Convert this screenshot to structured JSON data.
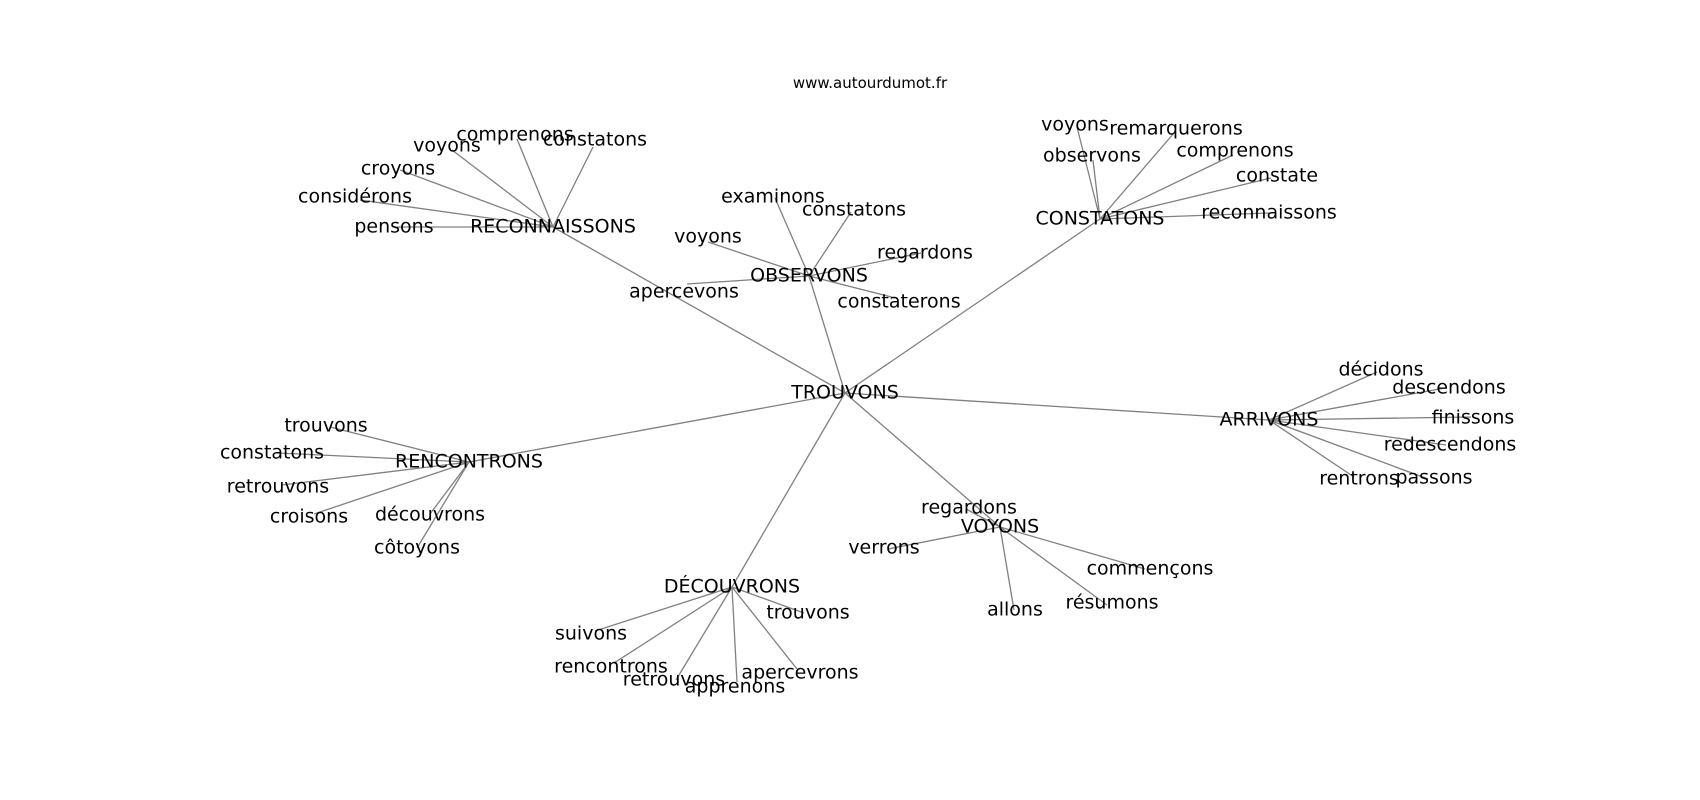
{
  "source": "www.autourdumot.fr",
  "center": "TROUVONS",
  "groups": [
    {
      "hub": "RECONNAISSONS",
      "words": [
        "comprenons",
        "constatons",
        "voyons",
        "croyons",
        "considérons",
        "pensons"
      ]
    },
    {
      "hub": "OBSERVONS",
      "words": [
        "examinons",
        "constatons",
        "voyons",
        "regardons",
        "apercevons",
        "constaterons"
      ]
    },
    {
      "hub": "CONSTATONS",
      "words": [
        "voyons",
        "remarquerons",
        "observons",
        "comprenons",
        "constate",
        "reconnaissons"
      ]
    },
    {
      "hub": "ARRIVONS",
      "words": [
        "décidons",
        "descendons",
        "finissons",
        "redescendons",
        "rentrons",
        "passons"
      ]
    },
    {
      "hub": "RENCONTRONS",
      "words": [
        "trouvons",
        "constatons",
        "retrouvons",
        "croisons",
        "découvrons",
        "côtoyons"
      ]
    },
    {
      "hub": "VOYONS",
      "words": [
        "regardons",
        "verrons",
        "commençons",
        "allons",
        "résumons"
      ]
    },
    {
      "hub": "DÉCOUVRONS",
      "words": [
        "trouvons",
        "suivons",
        "rencontrons",
        "retrouvons",
        "apercevrons",
        "apprenons"
      ]
    }
  ]
}
